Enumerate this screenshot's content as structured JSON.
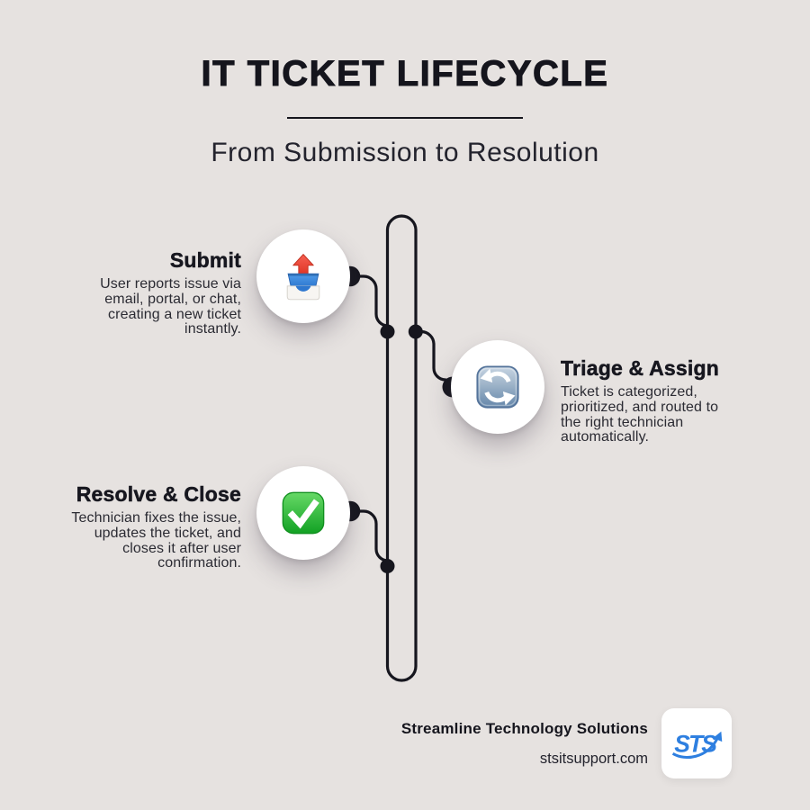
{
  "page": {
    "background_color": "#e6e2e0",
    "ink_color": "#15151d",
    "body_text_color": "#2b2b33"
  },
  "header": {
    "title": "IT TICKET LIFECYCLE",
    "subtitle": "From Submission to Resolution"
  },
  "steps": [
    {
      "id": "submit",
      "title": "Submit",
      "description": "User reports issue via email, portal, or chat, creating a new ticket instantly.",
      "description_lines": [
        "User reports issue via",
        "email, portal, or chat,",
        "creating a new ticket",
        "instantly."
      ],
      "icon": "outbox-tray-icon",
      "side": "left"
    },
    {
      "id": "triage-assign",
      "title": "Triage & Assign",
      "description": "Ticket is categorized, prioritized, and routed to the right technician automatically.",
      "description_lines": [
        "Ticket is categorized,",
        "prioritized, and routed to",
        "the right technician",
        "automatically."
      ],
      "icon": "counterclockwise-arrows-icon",
      "side": "right"
    },
    {
      "id": "resolve-close",
      "title": "Resolve & Close",
      "description": "Technician fixes the issue, updates the ticket, and closes it after user confirmation.",
      "description_lines": [
        "Technician fixes the issue,",
        "updates the ticket, and",
        "closes it after user",
        "confirmation."
      ],
      "icon": "check-mark-button-icon",
      "side": "left"
    }
  ],
  "footer": {
    "company": "Streamline Technology Solutions",
    "website": "stsitsupport.com",
    "logo_text": "STS"
  },
  "colors": {
    "icon_arrow_red": "#ee4434",
    "icon_tray_blue": "#3d8de2",
    "icon_refresh_steel_blue": "#6b8db0",
    "icon_check_green": "#1ca82c",
    "logo_blue": "#2e7fe0"
  }
}
